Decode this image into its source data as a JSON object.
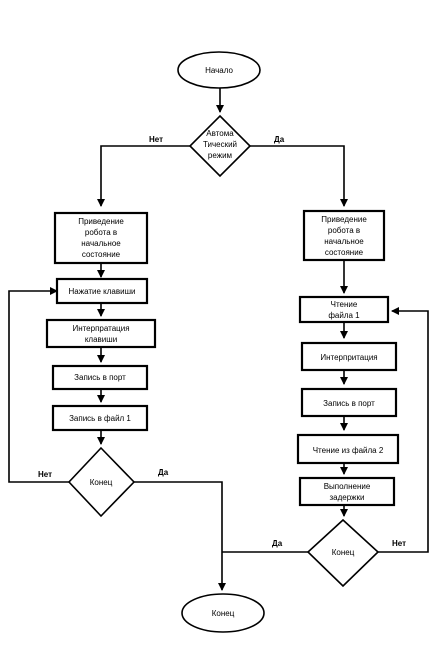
{
  "diagram": {
    "start": "Начало",
    "decision_mode": [
      "Автома",
      "Тический",
      "режим"
    ],
    "label_no": "Нет",
    "label_yes": "Да",
    "left": {
      "init": [
        "Приведение",
        "робота в",
        "начальное",
        "состояние"
      ],
      "keypress": "Нажатие клавиши",
      "interpret": [
        "Интерпратация",
        "клавиши"
      ],
      "port": "Запись в порт",
      "file": "Запись в файл 1",
      "end_check": "Конец"
    },
    "right": {
      "init": [
        "Приведение",
        "робота в",
        "начальное",
        "состояние"
      ],
      "read1": [
        "Чтение",
        "файла 1"
      ],
      "interpret": "Интерпритация",
      "port": "Запись в порт",
      "read2": "Чтение из файла 2",
      "delay": [
        "Выполнение",
        "задержки"
      ],
      "end_check": "Конец"
    },
    "end": "Конец"
  }
}
